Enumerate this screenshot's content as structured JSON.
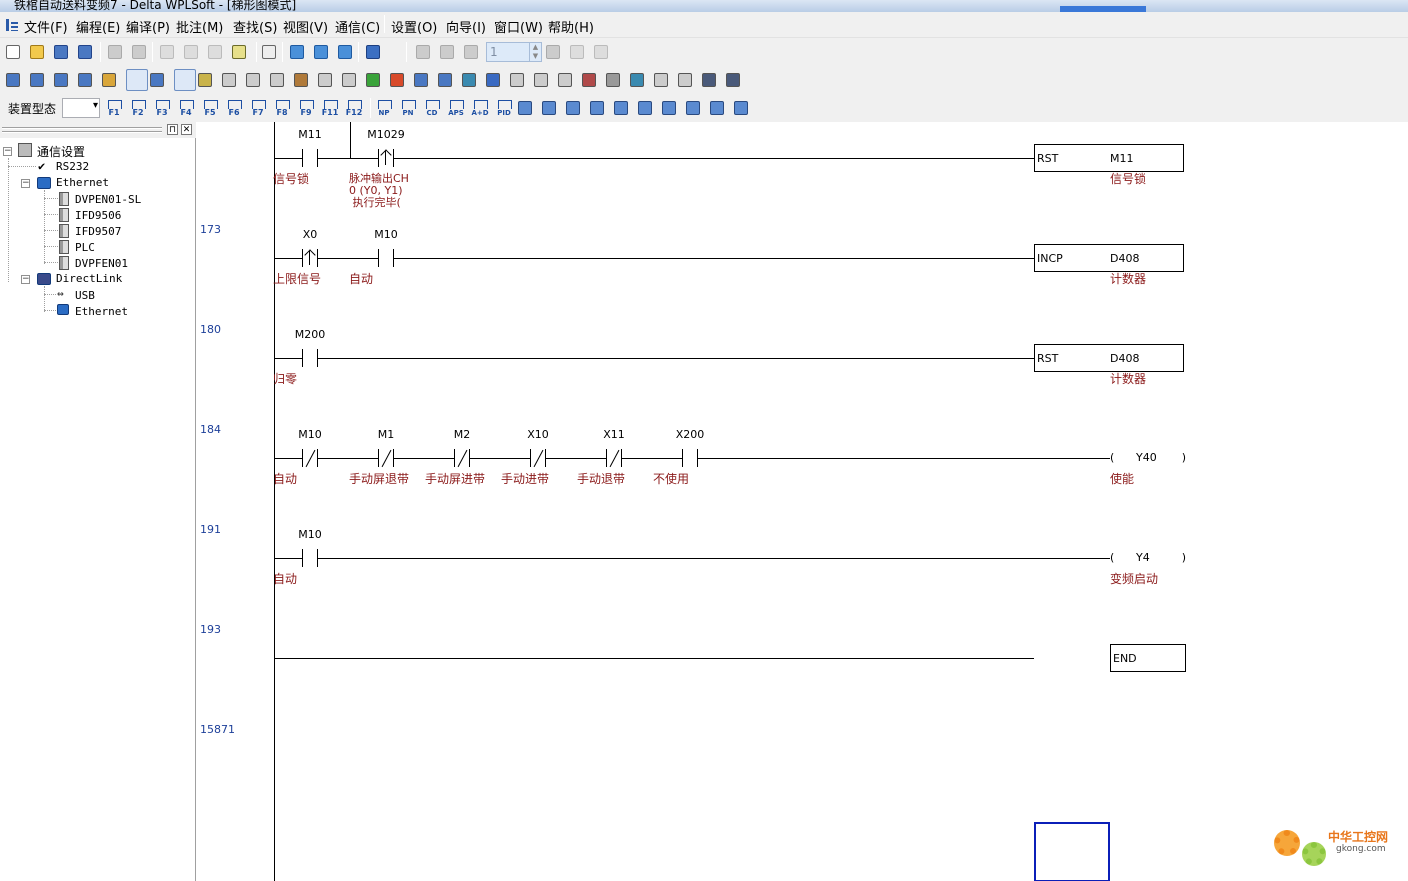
{
  "window": {
    "title": "铁棺自动送料变频7 - Delta WPLSoft - [梯形图模式]"
  },
  "menu": {
    "items": [
      {
        "label": "文件(F)"
      },
      {
        "label": "编程(E)"
      },
      {
        "label": "编译(P)"
      },
      {
        "label": "批注(M)"
      },
      {
        "label": "查找(S)"
      },
      {
        "label": "视图(V)"
      },
      {
        "label": "通信(C)"
      },
      {
        "label": "设置(O)"
      },
      {
        "label": "向导(I)"
      },
      {
        "label": "窗口(W)"
      },
      {
        "label": "帮助(H)"
      }
    ]
  },
  "toolbar": {
    "stepper_value": "1",
    "device_type_label": "装置型态",
    "device_type_value": "",
    "fkeys": [
      "F1",
      "F2",
      "F3",
      "F4",
      "F5",
      "F6",
      "F7",
      "F8",
      "F9",
      "F11",
      "F12"
    ],
    "instr_buttons": [
      "NP",
      "PN",
      "CD",
      "APS",
      "A+D",
      "PID"
    ]
  },
  "sidebar": {
    "root": "通信设置",
    "rs232": "RS232",
    "ethernet": "Ethernet",
    "ethernet_children": [
      "DVPEN01-SL",
      "IFD9506",
      "IFD9507",
      "PLC",
      "DVPFEN01"
    ],
    "directlink": "DirectLink",
    "directlink_children": [
      "USB",
      "Ethernet"
    ]
  },
  "ladder": {
    "rungs": [
      {
        "step": "",
        "contacts": [
          {
            "device": "M11",
            "type": "NO",
            "comment": "信号锁"
          },
          {
            "device": "M1029",
            "type": "RISE",
            "comment": "脉冲输出CH\n0 (Y0, Y1)\n 执行完毕("
          }
        ],
        "output": {
          "kind": "box",
          "op": "RST",
          "arg": "M11",
          "comment": "信号锁"
        }
      },
      {
        "step": "173",
        "contacts": [
          {
            "device": "X0",
            "type": "RISE",
            "comment": "上限信号"
          },
          {
            "device": "M10",
            "type": "NO",
            "comment": "自动"
          }
        ],
        "output": {
          "kind": "box",
          "op": "INCP",
          "arg": "D408",
          "comment": "计数器"
        }
      },
      {
        "step": "180",
        "contacts": [
          {
            "device": "M200",
            "type": "NO",
            "comment": "归零"
          }
        ],
        "output": {
          "kind": "box",
          "op": "RST",
          "arg": "D408",
          "comment": "计数器"
        }
      },
      {
        "step": "184",
        "contacts": [
          {
            "device": "M10",
            "type": "NC",
            "comment": "自动"
          },
          {
            "device": "M1",
            "type": "NC",
            "comment": "手动屏退带"
          },
          {
            "device": "M2",
            "type": "NC",
            "comment": "手动屏进带"
          },
          {
            "device": "X10",
            "type": "NC",
            "comment": "手动进带"
          },
          {
            "device": "X11",
            "type": "NC",
            "comment": "手动退带"
          },
          {
            "device": "X200",
            "type": "NO",
            "comment": "不使用"
          }
        ],
        "output": {
          "kind": "coil",
          "arg": "Y40",
          "comment": "使能"
        }
      },
      {
        "step": "191",
        "contacts": [
          {
            "device": "M10",
            "type": "NO",
            "comment": "自动"
          }
        ],
        "output": {
          "kind": "coil",
          "arg": "Y4",
          "comment": "变频启动"
        }
      },
      {
        "step": "193",
        "contacts": [],
        "output": {
          "kind": "box",
          "op": "END",
          "arg": "",
          "comment": ""
        }
      },
      {
        "step": "15871",
        "contacts": [],
        "output": null
      }
    ]
  },
  "watermark": {
    "cn": "中华工控网",
    "en": "gkong.com"
  }
}
